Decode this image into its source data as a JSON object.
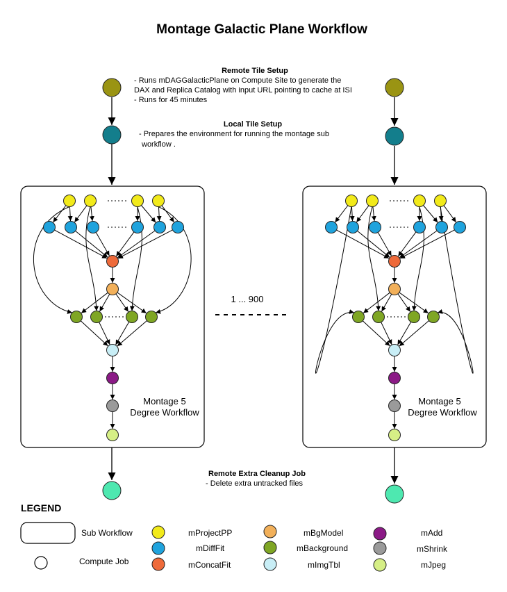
{
  "title": "Montage Galactic Plane  Workflow",
  "remote_tile_setup": {
    "heading": "Remote Tile Setup",
    "lines": [
      "- Runs mDAGGalacticPlane on Compute Site to generate the",
      "DAX and Replica Catalog with input URL pointing to cache at ISI",
      "- Runs for 45 minutes"
    ]
  },
  "local_tile_setup": {
    "heading": "Local Tile Setup",
    "lines": [
      "- Prepares the environment for running the montage sub",
      "workflow ."
    ]
  },
  "subworkflow_label": [
    "Montage 5",
    "Degree Workflow"
  ],
  "range_label": "1 ... 900",
  "ellipsis": "......",
  "cleanup": {
    "heading": "Remote Extra Cleanup Job",
    "lines": [
      "- Delete extra untracked files"
    ]
  },
  "legend": {
    "title": "LEGEND",
    "sub_workflow": "Sub Workflow",
    "compute_job": "Compute Job",
    "items": [
      {
        "label": "mProjectPP",
        "color": "#f2ea1a"
      },
      {
        "label": "mDiffFit",
        "color": "#1fa3dd"
      },
      {
        "label": "mConcatFit",
        "color": "#ee6a3a"
      },
      {
        "label": "mBgModel",
        "color": "#f2b05a"
      },
      {
        "label": "mBackground",
        "color": "#7fa624"
      },
      {
        "label": "mImgTbl",
        "color": "#c8eef6"
      },
      {
        "label": "mAdd",
        "color": "#8b1a86"
      },
      {
        "label": "mShrink",
        "color": "#9a9a9a"
      },
      {
        "label": "mJpeg",
        "color": "#d6ef86"
      }
    ]
  },
  "node_colors": {
    "remote_setup": "#9a9413",
    "local_setup": "#137e8c",
    "cleanup": "#4ee8b0"
  }
}
